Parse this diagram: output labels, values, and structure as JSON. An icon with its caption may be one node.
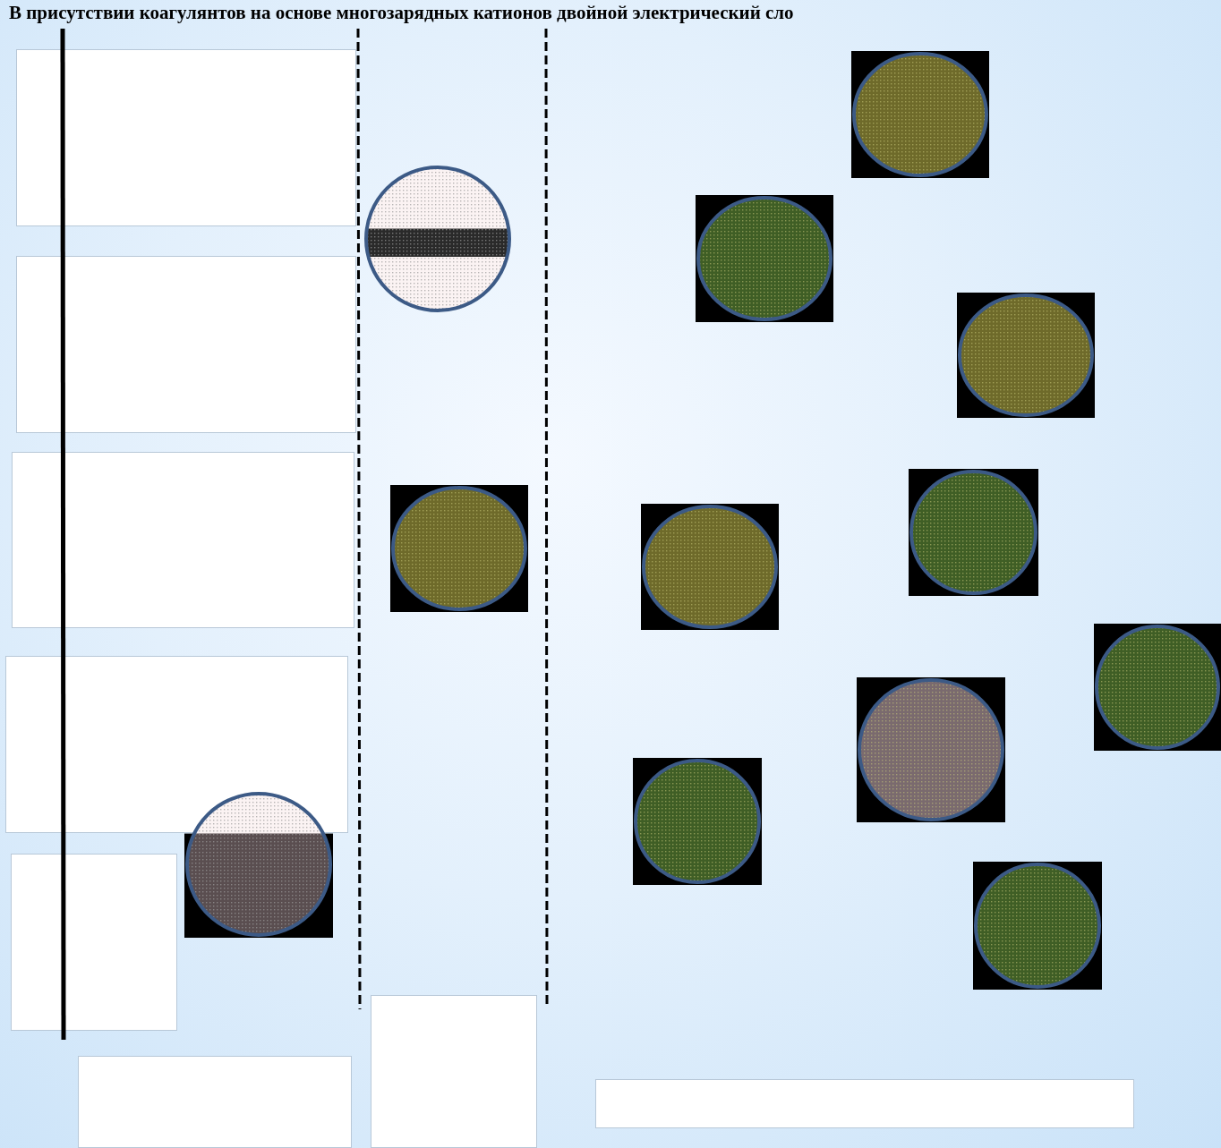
{
  "diagram": {
    "title": "В присутствии коагулянтов на основе многозарядных катионов двойной электрический сло",
    "nodes": [
      {
        "text": [],
        "shape": "box"
      },
      {
        "text": [],
        "shape": "circle"
      },
      {
        "text": [],
        "shape": "circle"
      },
      {
        "text": [],
        "shape": "circle"
      },
      {
        "text": [],
        "shape": "box"
      },
      {
        "text": [],
        "shape": "circle"
      },
      {
        "text": [],
        "shape": "box"
      },
      {
        "text": [],
        "shape": "circle"
      },
      {
        "text": [],
        "shape": "circle"
      },
      {
        "text": [],
        "shape": "circle"
      },
      {
        "text": [],
        "shape": "circle"
      },
      {
        "text": [],
        "shape": "box"
      },
      {
        "text": [],
        "shape": "circle"
      },
      {
        "text": [],
        "shape": "circle"
      },
      {
        "text": [],
        "shape": "circle"
      },
      {
        "text": [],
        "shape": "box"
      },
      {
        "text": [],
        "shape": "circle"
      },
      {
        "text": [],
        "shape": "box"
      },
      {
        "text": [],
        "shape": "box"
      },
      {
        "text": [],
        "shape": "box"
      }
    ]
  }
}
